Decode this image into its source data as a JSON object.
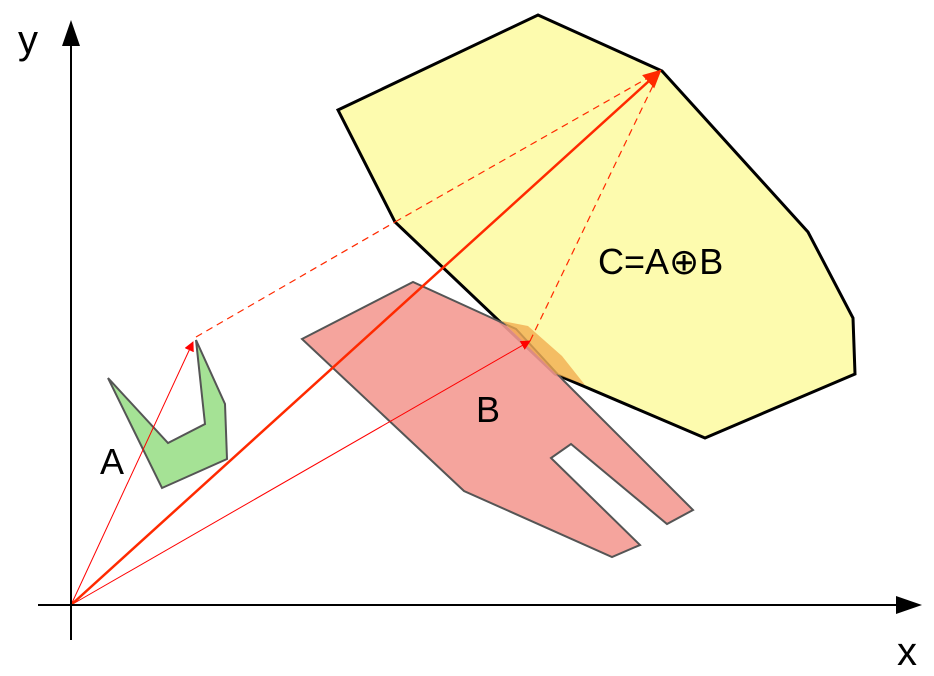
{
  "axes": {
    "x_label": "x",
    "y_label": "y"
  },
  "shapes": {
    "a_label": "A",
    "b_label": "B",
    "c_label": "C=A⊕B"
  },
  "colors": {
    "shape_a_fill": "#a5e295",
    "shape_b_fill": "#f49a92",
    "shape_c_fill": "#fdfaa0",
    "vector_color": "#ff0000"
  }
}
